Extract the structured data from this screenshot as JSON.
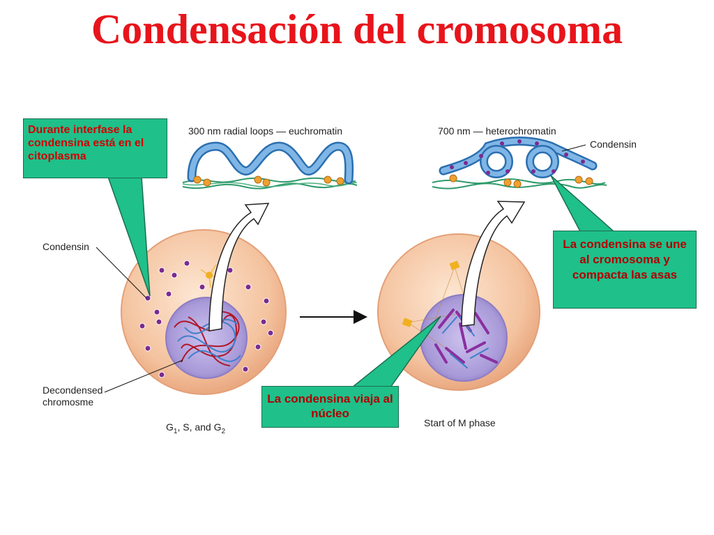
{
  "title": "Condensación del cromosoma",
  "callouts": {
    "interphase": "Durante interfase la condensina está en el citoplasma",
    "binds": "La condensina se une al cromosoma y compacta las asas",
    "travels": "La condensina viaja al núcleo"
  },
  "labels": {
    "euchromatin": "300 nm radial loops — euchromatin",
    "heterochromatin": "700 nm — heterochromatin",
    "condensin_right": "Condensin",
    "condensin_left": "Condensin",
    "decondensed": "Decondensed chromosme",
    "phase_left_prefix": "G",
    "phase_left_sub1": "1",
    "phase_left_mid": ", S, and G",
    "phase_left_sub2": "2",
    "phase_right": "Start of M phase"
  },
  "colors": {
    "title": "#e8141b",
    "callout_bg": "#1fc08a",
    "callout_border": "#1d6d4d",
    "cell": "#f6c8a4",
    "nucleus": "#b6a8e0",
    "condensin": "#7b2b8f"
  }
}
